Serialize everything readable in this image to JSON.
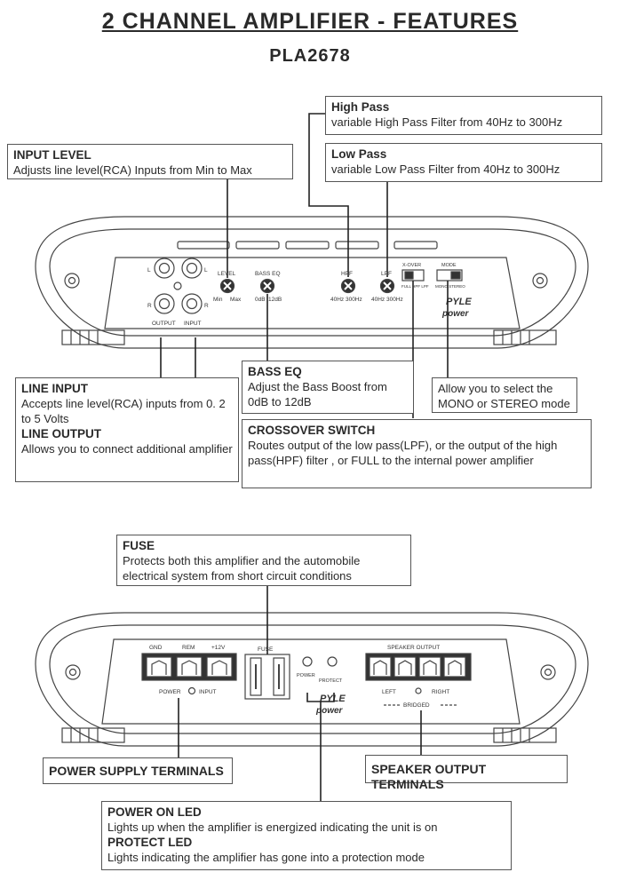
{
  "title": "2 CHANNEL AMPLIFIER - FEATURES",
  "model": "PLA2678",
  "callouts": {
    "high_pass": {
      "heading": "High Pass",
      "text": "variable High Pass Filter from 40Hz to 300Hz"
    },
    "low_pass": {
      "heading": "Low Pass",
      "text": "variable Low Pass Filter from 40Hz to 300Hz"
    },
    "input_level": {
      "heading": "INPUT LEVEL",
      "text": "Adjusts line level(RCA) Inputs from Min to Max"
    },
    "line_input": {
      "heading": "LINE INPUT",
      "text": "Accepts line level(RCA) inputs from 0. 2 to 5 Volts"
    },
    "line_output": {
      "heading": "LINE OUTPUT",
      "text": "Allows you to connect additional amplifier"
    },
    "bass_eq": {
      "heading": "BASS EQ",
      "text": "Adjust the Bass Boost from 0dB to 12dB"
    },
    "mode": {
      "text": "Allow you to select the MONO or STEREO mode"
    },
    "crossover": {
      "heading": "CROSSOVER SWITCH",
      "text": "Routes output of the  low pass(LPF), or the output of the high pass(HPF) filter , or FULL to the internal power amplifier"
    },
    "fuse": {
      "heading": "FUSE",
      "text": "Protects both this amplifier and the automobile electrical system from short circuit conditions"
    },
    "power_supply": {
      "heading": "POWER SUPPLY TERMINALS"
    },
    "speaker_output": {
      "heading": "SPEAKER OUTPUT TERMINALS"
    },
    "power_led": {
      "heading": "POWER ON LED",
      "text": "Lights up when the amplifier is energized indicating the unit is on"
    },
    "protect_led": {
      "heading": "PROTECT LED",
      "text": "Lights indicating the amplifier has gone into a protection mode"
    }
  },
  "front_panel": {
    "rca_left_1": "L",
    "rca_right_1": "R",
    "rca_left_2": "L",
    "rca_right_2": "R",
    "output_label": "OUTPUT",
    "input_label": "INPUT",
    "level_label": "LEVEL",
    "level_min": "Min",
    "level_max": "Max",
    "bass_eq_label": "BASS EQ",
    "bass_eq_min": "0dB",
    "bass_eq_max": "12dB",
    "hpf_label": "HPF",
    "hpf_range": "40Hz 300Hz",
    "lpf_label": "LPF",
    "lpf_range": "40Hz 300Hz",
    "xover_label": "X-OVER",
    "xover_opts": "FULL  HPF  LPF",
    "mode_label": "MODE",
    "mode_opts": "MONO  STEREO",
    "brand_1": "PYLE",
    "brand_2": "power"
  },
  "rear_panel": {
    "gnd": "GND",
    "rem": "REM",
    "v12": "+12V",
    "power_input": "POWER",
    "power_input_2": "INPUT",
    "fuse_label": "FUSE",
    "power_led": "POWER",
    "protect_led": "PROTECT",
    "speaker_output": "SPEAKER OUTPUT",
    "left": "LEFT",
    "right": "RIGHT",
    "bridged": "BRIDGED",
    "brand_1": "PYLE",
    "brand_2": "power"
  }
}
